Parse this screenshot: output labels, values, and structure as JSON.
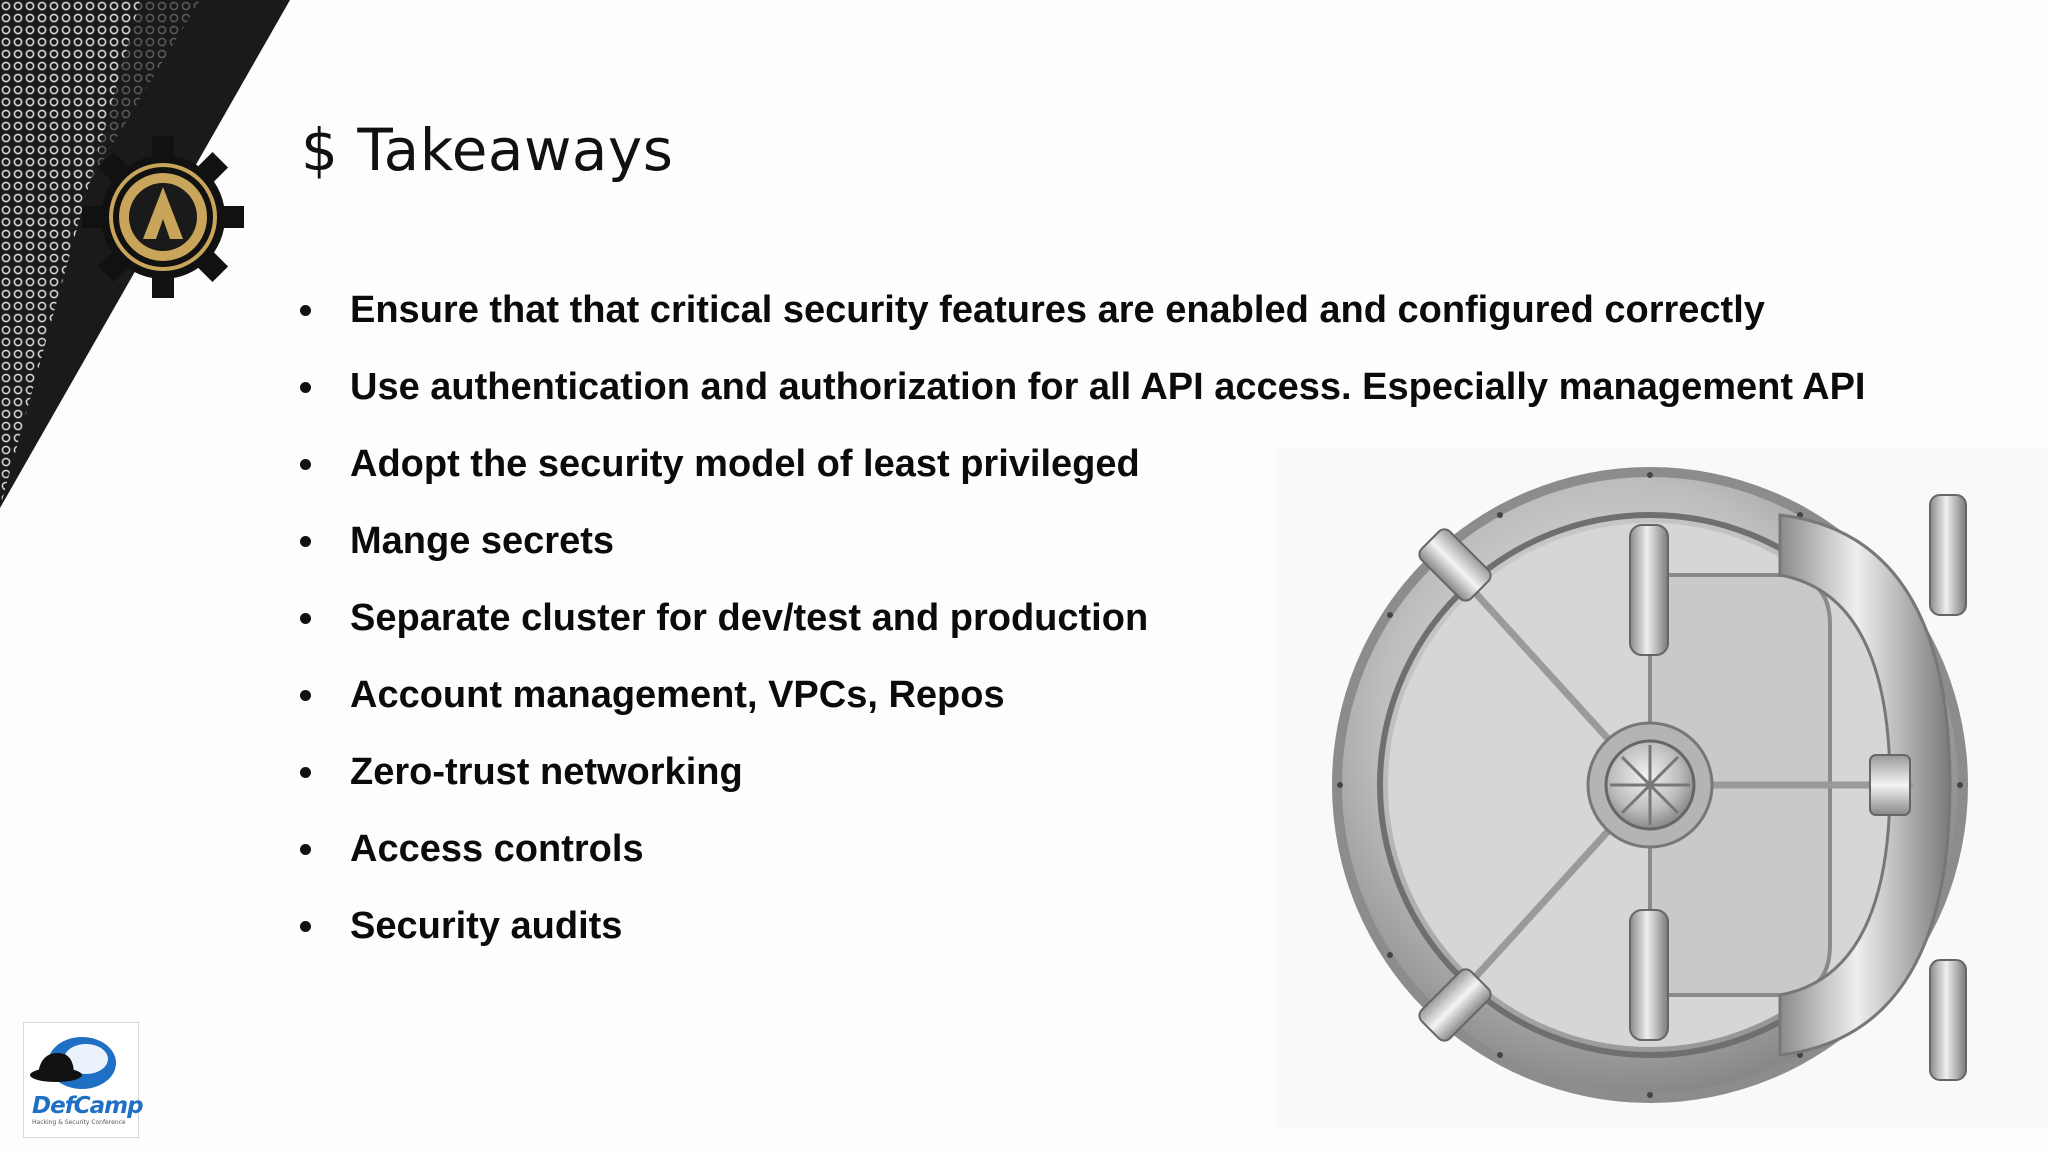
{
  "slide": {
    "title": "$ Takeaways",
    "bullets": [
      "Ensure that that critical security features are enabled and configured correctly",
      "Use authentication and authorization for all API access. Especially management API",
      "Adopt the security model of least privileged",
      "Mange secrets",
      "Separate cluster for dev/test and production",
      "Account management, VPCs, Repos",
      "Zero-trust networking",
      "Access controls",
      "Security audits"
    ]
  },
  "brand": {
    "logo_text": "DefCamp",
    "logo_tagline": "Hacking & Security Conference",
    "accent_gold": "#c8a55a",
    "dark": "#1a1a1a",
    "logo_blue": "#1f6fc4"
  },
  "icons": [
    "gear-logo-icon",
    "vault-door-image",
    "defcamp-logo"
  ]
}
